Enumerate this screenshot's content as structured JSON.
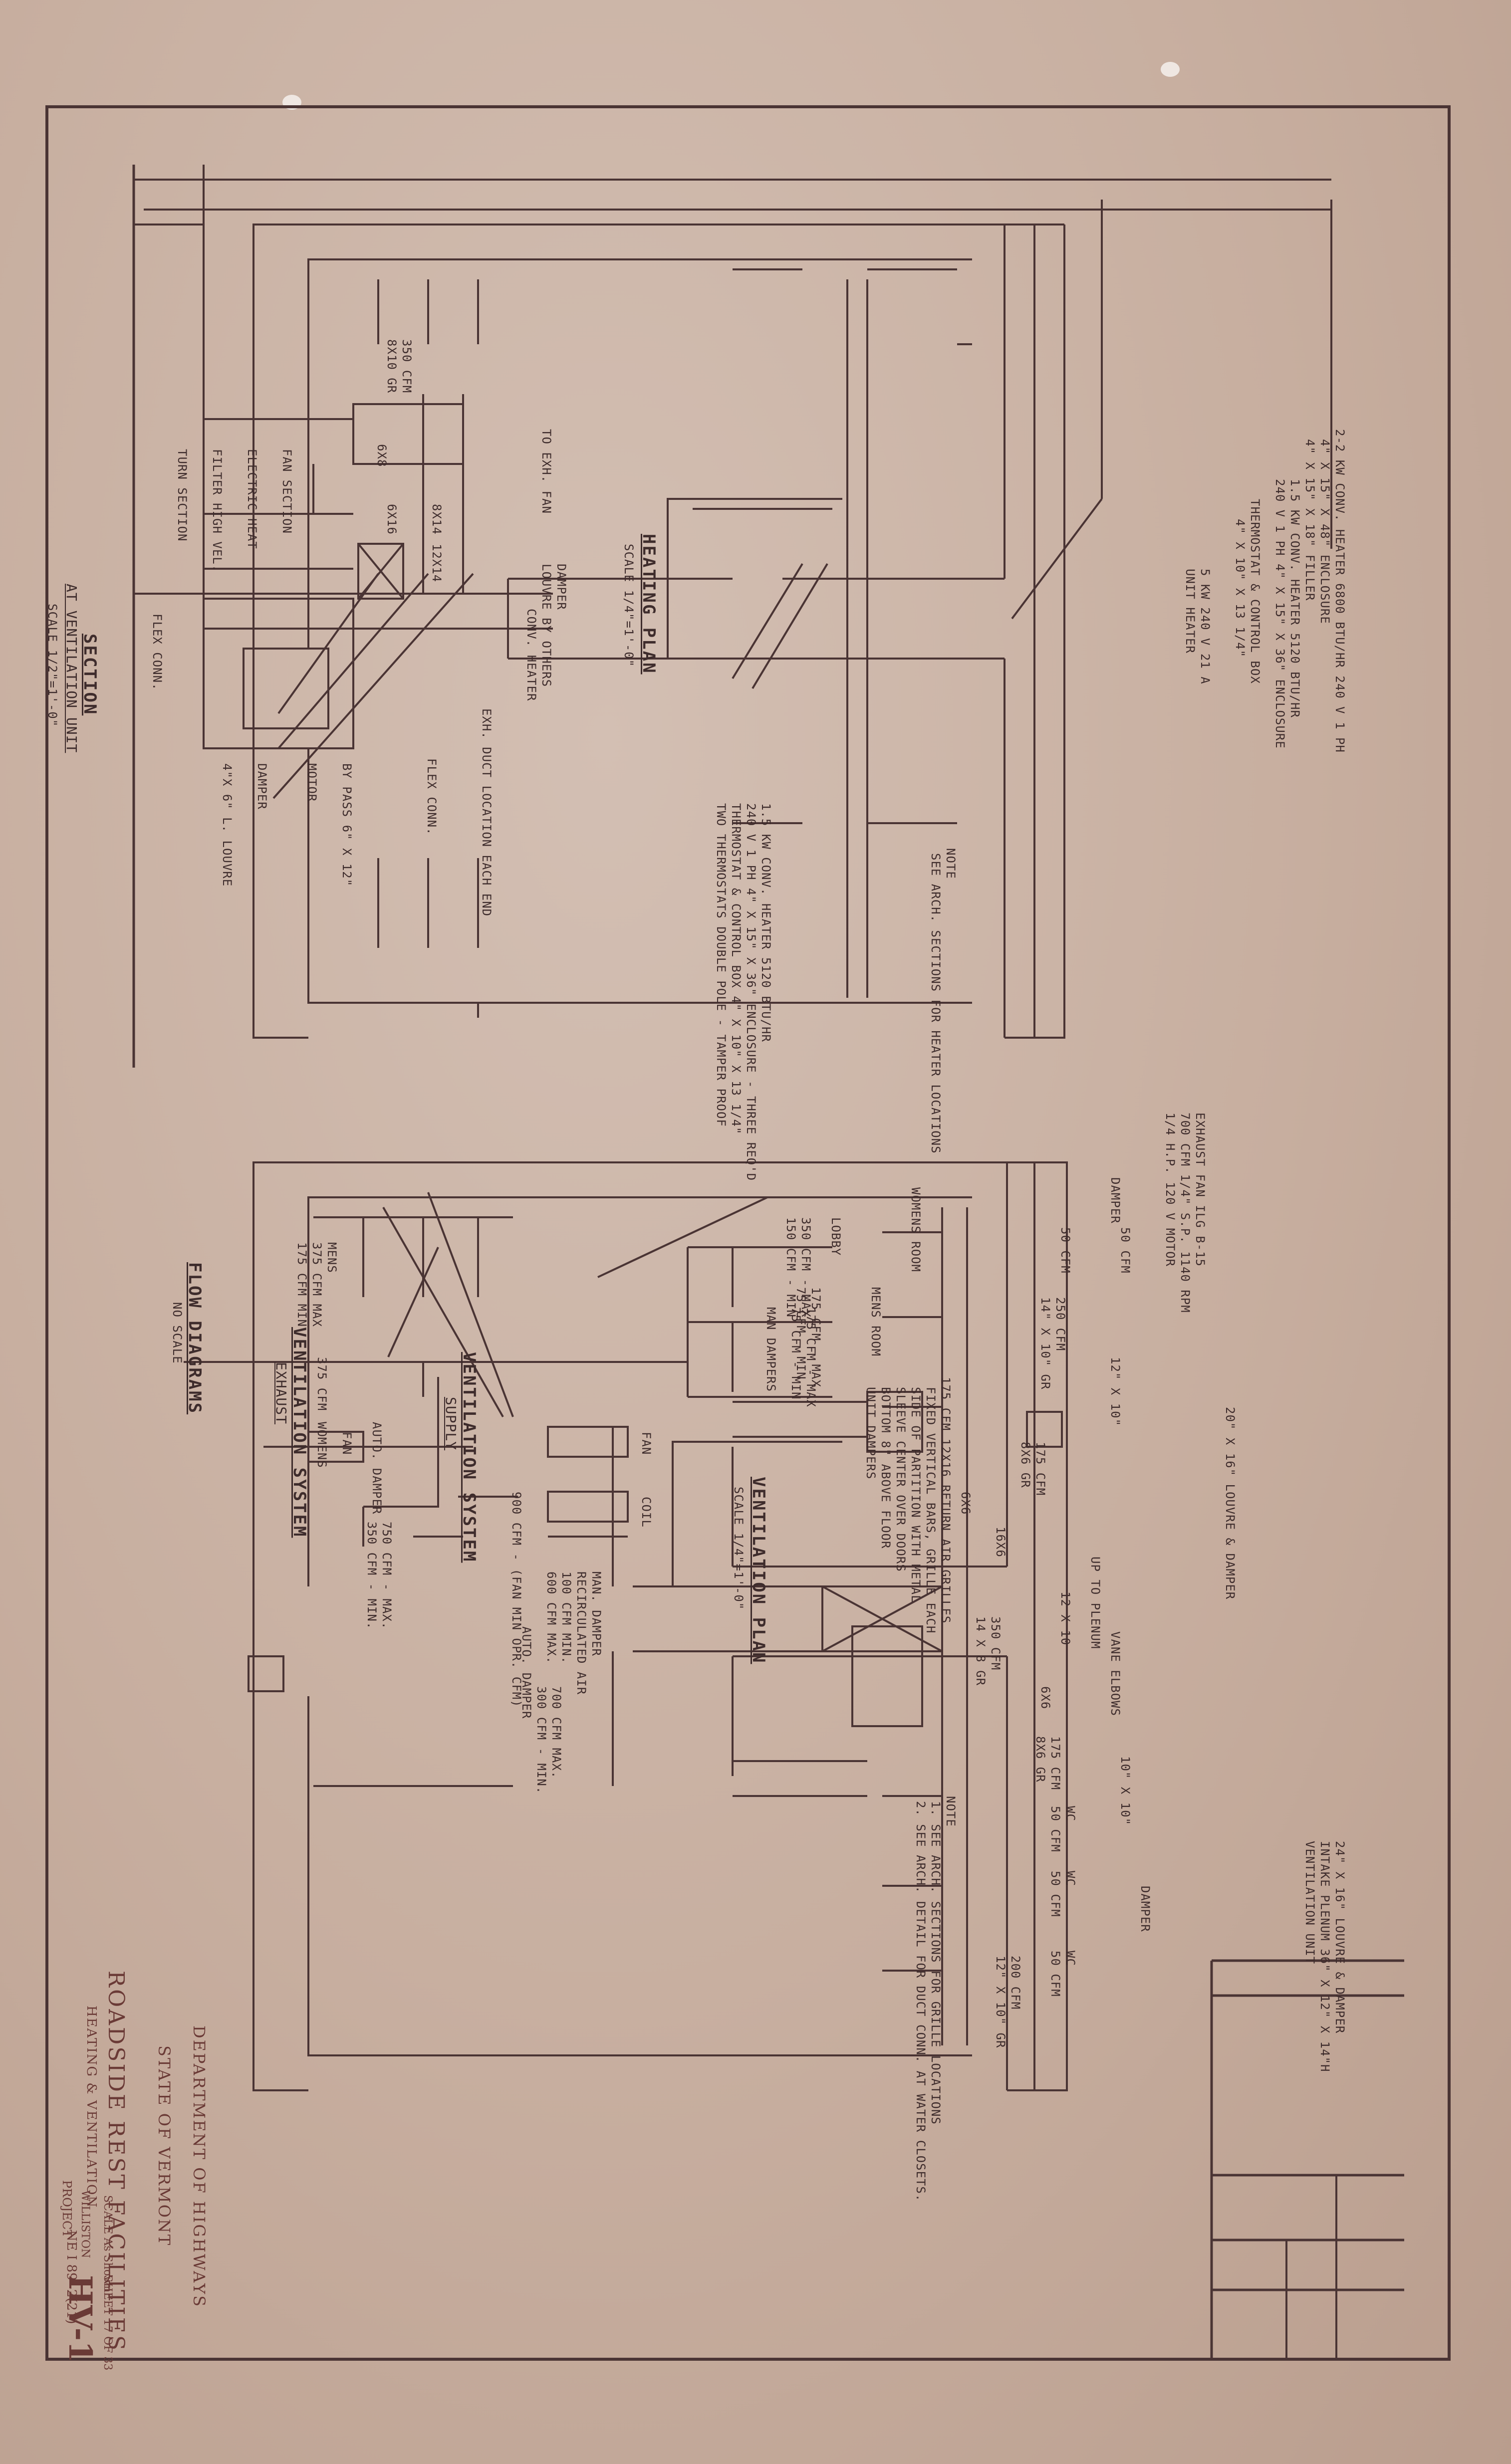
{
  "title_block": {
    "project_title": "ROADSIDE  REST  FACILITIES",
    "subtitle": "HEATING & VENTILATION",
    "state": "STATE  OF  VERMONT",
    "department": "DEPARTMENT  OF  HIGHWAYS",
    "location": "WILLISTON",
    "project_label": "PROJECT",
    "project_no": "NE  I  89 -2(21)",
    "scale": "SCALE As Shown",
    "sheet": "SHEET 17 OF 33",
    "drawing_no": "HV-1"
  },
  "section_view": {
    "title": "SECTION",
    "subtitle": "AT VENTILATION UNIT",
    "scale": "SCALE 1/2\"=1'-0\"",
    "labels": [
      "350 CFM",
      "8X10 GR",
      "6X8",
      "6X16",
      "8X14",
      "12X14",
      "TO EXH. FAN",
      "DAMPER",
      "LOUVRE BY OTHERS",
      "CONV. HEATER",
      "EXH. DUCT LOCATION EACH END",
      "FLEX CONN.",
      "BY PASS  6\" X 12\"",
      "MOTOR",
      "DAMPER",
      "4\"X 6\" L. LOUVRE",
      "FAN SECTION",
      "ELECTRIC  HEAT",
      "FILTER HIGH VEL.",
      "TURN SECTION",
      "FLEX CONN."
    ]
  },
  "heating_plan": {
    "title": "HEATING  PLAN",
    "scale": "SCALE 1/4\"=1'-0\"",
    "labels": [
      "2-2 KW CONV. HEATER 6800 BTU/HR  240 V 1 PH",
      "4\" X 15\" X 48\"  ENCLOSURE",
      "4\" X 15\" X 18\"  FILLER",
      "1.5 KW CONV. HEATER 5120 BTU/HR",
      "240 V 1 PH  4\" X 15\" X 36\"  ENCLOSURE",
      "THERMOSTAT & CONTROL BOX",
      "4\" X 10\" X 13 1/4\"",
      "5 KW 240 V 21 A",
      "UNIT HEATER",
      "1.5 KW CONV. HEATER  5120 BTU/HR",
      "240 V  1 PH  4\" X 15\" X 36\"  ENCLOSURE - THREE REQ'D",
      "THERMOSTAT & CONTROL BOX  4\" X 10\" X 13 1/4\"",
      "TWO THERMOSTATS DOUBLE POLE - TAMPER PROOF"
    ],
    "note_heading": "NOTE",
    "note": "SEE ARCH. SECTIONS FOR HEATER LOCATIONS"
  },
  "ventilation_plan": {
    "title": "VENTILATION  PLAN",
    "scale": "SCALE 1/4\"=1'-0\"",
    "labels": [
      "EXHAUST FAN  ILG  B-15",
      "700 CFM 1/4\" S.P. 1140 RPM",
      "1/4 H.P. 120 V MOTOR",
      "DAMPER",
      "50 CFM",
      "50 CFM",
      "250 CFM",
      "14\" X 10\" GR",
      "12\" X 10\"",
      "20\" X 16\" LOUVRE & DAMPER",
      "24\" X 16\" LOUVRE & DAMPER",
      "INTAKE PLENUM  36\" X 12\" X 14\"H",
      "VENTILATION UNIT",
      "175 CFM",
      "8X6 GR",
      "6X6",
      "16X6",
      "UP TO PLENUM",
      "12 X 10",
      "VANE ELBOWS",
      "350 CFM",
      "14 X 8 GR",
      "6X6",
      "175 CFM",
      "8X6 GR",
      "10\" X 10\"",
      "WC",
      "50 CFM",
      "WC",
      "50 CFM",
      "WC",
      "50 CFM",
      "DAMPER",
      "200 CFM",
      "12\" X 10\" GR",
      "175 CFM 12X16 RETURN AIR GRILLES",
      "FIXED VERTICAL BARS, GRILLE EACH",
      "SIDE OF PARTITION WITH METAL",
      "SLEEVE CENTER OVER DOORS",
      "BOTTOM 8\" ABOVE FLOOR",
      "UNIT DAMPERS"
    ],
    "note_heading": "NOTE",
    "notes": [
      "1. SEE ARCH. SECTIONS FOR GRILLE LOCATIONS",
      "2. SEE ARCH. DETAIL FOR DUCT CONN. AT WATER CLOSETS."
    ]
  },
  "supply_diagram": {
    "title": "VENTILATION  SYSTEM",
    "subtitle": "SUPPLY",
    "labels": [
      "LOBBY",
      "350 CFM - MAX",
      "150 CFM - MIN",
      "MENS ROOM",
      "175 CFM - MAX",
      "75 CFM - MIN",
      "MAN DAMPERS",
      "WOMENS ROOM",
      "175 CFM - MAX",
      "75 CFM - MIN",
      "FAN",
      "COIL",
      "900 CFM - (FAN MIN OPR. CFM)",
      "MAN. DAMPER",
      "RECIRCULATED AIR",
      "100 CFM MIN.",
      "600 CFM MAX.",
      "AUTO. DAMPER",
      "700 CFM MAX.",
      "300 CFM - MIN."
    ]
  },
  "exhaust_diagram": {
    "title": "VENTILATION  SYSTEM",
    "subtitle": "EXHAUST",
    "labels": [
      "MENS",
      "375 CFM MAX",
      "175 CFM MIN",
      "375 CFM",
      "WOMENS",
      "AUTO. DAMPER",
      "FAN",
      "750 CFM - MAX.",
      "350 CFM - MIN."
    ]
  },
  "flow_diagrams": {
    "title": "FLOW  DIAGRAMS",
    "scale": "NO SCALE"
  }
}
